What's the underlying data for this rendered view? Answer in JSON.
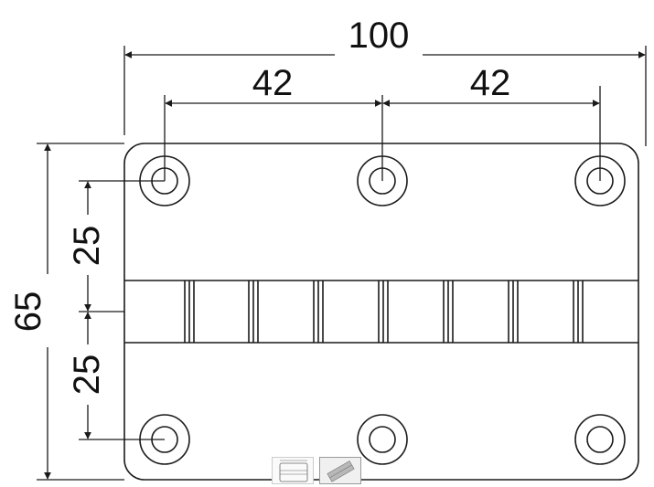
{
  "dimensions": {
    "overall_width": "100",
    "hole_spacing_left": "42",
    "hole_spacing_right": "42",
    "overall_height": "65",
    "upper_offset": "25",
    "lower_offset": "25"
  },
  "colors": {
    "line": "#1a1a1a",
    "background": "#ffffff"
  },
  "thumbnails": [
    {
      "name": "drawing-thumbnail"
    },
    {
      "name": "photo-thumbnail"
    }
  ]
}
